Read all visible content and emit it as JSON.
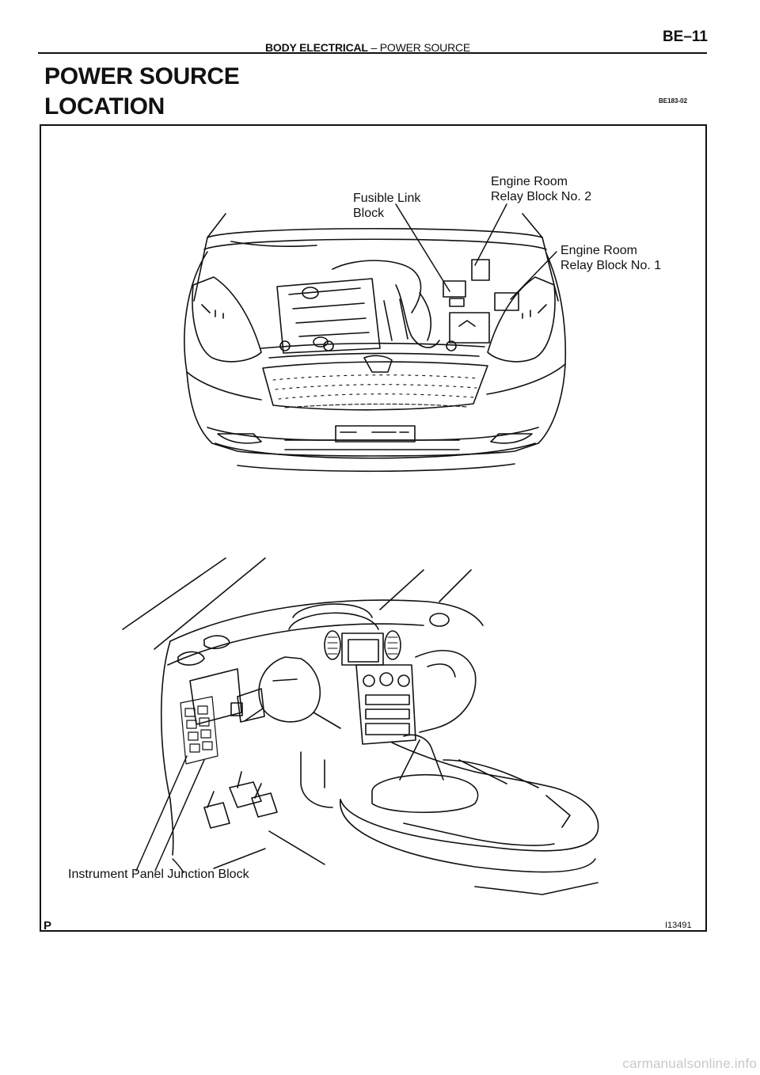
{
  "header": {
    "section": "BODY ELECTRICAL",
    "dash": "–",
    "subsection": "POWER SOURCE",
    "page": "BE–11"
  },
  "title": "POWER SOURCE",
  "subtitle": "LOCATION",
  "doc_code": "BE183-02",
  "labels": {
    "fusible_link_block_line1": "Fusible Link",
    "fusible_link_block_line2": "Block",
    "engine_room_relay_2_line1": "Engine Room",
    "engine_room_relay_2_line2": "Relay Block No. 2",
    "engine_room_relay_1_line1": "Engine Room",
    "engine_room_relay_1_line2": "Relay Block No. 1",
    "instrument_panel_jb": "Instrument Panel Junction Block"
  },
  "footer": {
    "mark": "P",
    "figure_code": "I13491"
  },
  "watermark": "carmanualsonline.info"
}
